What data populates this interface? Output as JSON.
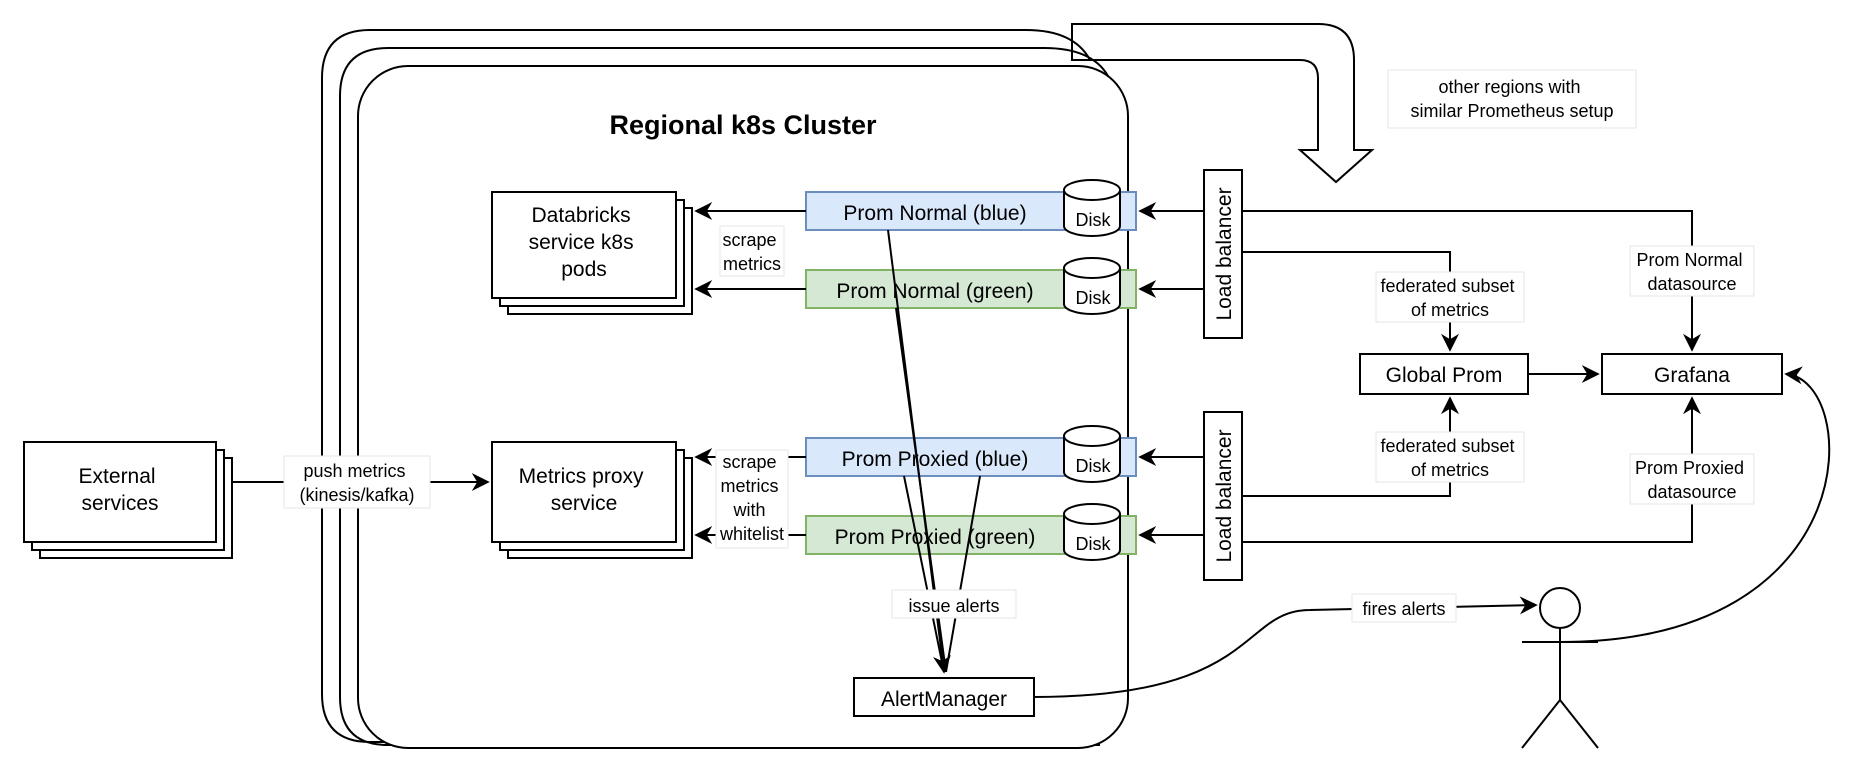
{
  "diagram": {
    "cluster_title": "Regional k8s Cluster",
    "nodes": {
      "external_services": [
        "External",
        "services"
      ],
      "databricks_pods": [
        "Databricks",
        "service k8s",
        "pods"
      ],
      "metrics_proxy": [
        "Metrics proxy",
        "service"
      ],
      "prom_normal_blue": "Prom Normal (blue)",
      "prom_normal_green": "Prom Normal (green)",
      "prom_proxied_blue": "Prom Proxied (blue)",
      "prom_proxied_green": "Prom Proxied (green)",
      "disk": "Disk",
      "load_balancer": "Load balancer",
      "alert_manager": "AlertManager",
      "global_prom": "Global Prom",
      "grafana": "Grafana"
    },
    "edge_labels": {
      "push_metrics": [
        "push metrics",
        "(kinesis/kafka)"
      ],
      "scrape_metrics": [
        "scrape",
        "metrics"
      ],
      "scrape_whitelist": [
        "scrape",
        "metrics",
        "with",
        "whitelist"
      ],
      "issue_alerts": "issue alerts",
      "other_regions": [
        "other regions with",
        "similar Prometheus setup"
      ],
      "federated_top": [
        "federated subset",
        "of metrics"
      ],
      "federated_bottom": [
        "federated subset",
        "of metrics"
      ],
      "prom_normal_ds": [
        "Prom Normal",
        "datasource"
      ],
      "prom_proxied_ds": [
        "Prom Proxied",
        "datasource"
      ],
      "fires_alerts": "fires alerts"
    }
  }
}
